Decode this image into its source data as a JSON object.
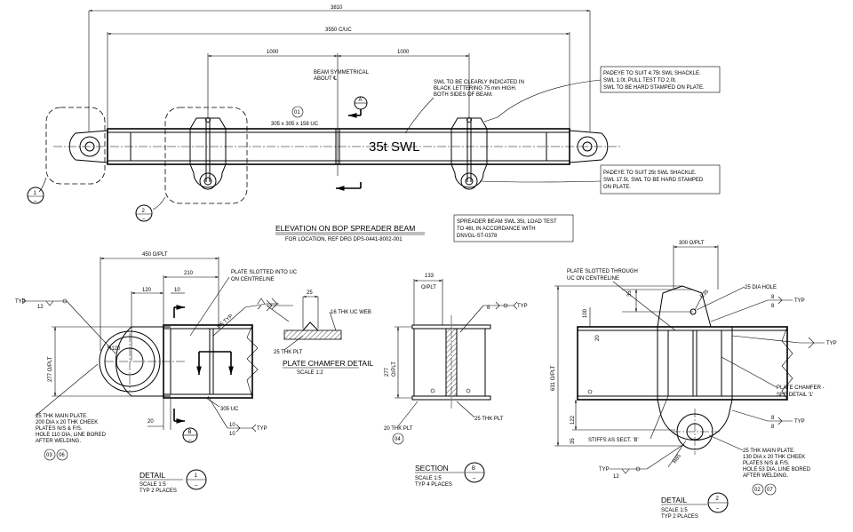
{
  "elevation": {
    "dim_overall": "3810",
    "dim_centres": "3550 C/UC",
    "dim_left": "1000",
    "dim_right": "1000",
    "symmetry_note": [
      "BEAM SYMMETRICAL",
      "ABOUT ℄"
    ],
    "section_tag": "A",
    "item_tag": "01",
    "beam_size": "305 x 305 x 158 UC",
    "swl_marking": "35t SWL",
    "lettering_note": [
      "SWL TO BE CLEARLY INDICATED IN",
      "BLACK LETTERING 75 mm HIGH.",
      "BOTH SIDES OF BEAM."
    ],
    "padeye_top_note": [
      "PADEYE TO SUIT 4.75t SWL SHACKLE.",
      "SWL 1.0t, PULL TEST TO 2.0t.",
      "SWL TO BE HARD STAMPED ON PLATE."
    ],
    "padeye_bottom_note": [
      "PADEYE TO SUIT 25t SWL SHACKLE.",
      "SWL 17.5t, SWL TO BE HARD STAMPED",
      "ON PLATE."
    ],
    "load_test_note": [
      "SPREADER BEAM SWL 35t, LOAD TEST",
      "TO 46t, IN ACCORDANCE WITH",
      "DNVGL-ST-0378"
    ],
    "detail_bubble_1": "1",
    "detail_bubble_2": "2",
    "title": "ELEVATION ON BOP SPREADER BEAM",
    "subtitle": "FOR LOCATION, REF DRG DPS-0441-8002-001"
  },
  "detail1": {
    "dim_top": "450 O/PLT",
    "dim_210": "210",
    "dim_120": "120",
    "dim_10": "10",
    "typ_label": "TYP",
    "weld_size_12": "12",
    "radius_label": "R120",
    "height_label": "277 O/PLT",
    "slot_note": [
      "PLATE SLOTTED INTO UC",
      "ON CENTRELINE"
    ],
    "weld_ss_typ": "SS TYP",
    "uc_label": "305 UC",
    "dim_20": "20",
    "weld_10a": "10",
    "weld_10b": "10",
    "typ_label_2": "TYP",
    "section_tag": "B",
    "plate_note": [
      "25 THK MAIN PLATE.",
      "200 DIA x 20 THK CHEEK",
      "PLATES N/S & F/S.",
      "HOLE 110 DIA, LINE BORED",
      "AFTER WELDING."
    ],
    "item_03": "03",
    "item_06": "06",
    "label": "DETAIL",
    "bubble": "1",
    "scale": "SCALE 1:5",
    "typ_places": "TYP 2 PLACES"
  },
  "chamfer": {
    "dim_25": "25",
    "web_label": "16 THK UC WEB",
    "plt_label": "25 THK PLT",
    "title": "PLATE CHAMFER DETAIL",
    "scale": "SCALE 1:2"
  },
  "sectionB": {
    "dim_133": "133",
    "dim_133_sub": "O/PLT",
    "weld_8": "8",
    "typ_label": "TYP",
    "height_277": "277",
    "height_sub": "O/PLT",
    "plt25": "25 THK PLT",
    "plt20": "20 THK PLT",
    "item_04": "04",
    "label": "SECTION",
    "bubble": "B",
    "scale": "SCALE 1:5",
    "typ_places": "TYP 4 PLACES"
  },
  "detail2": {
    "dim_300": "300 O/PLT",
    "slot_note": [
      "PLATE SLOTTED THROUGH",
      "UC ON CENTRELINE"
    ],
    "dim_35": "35",
    "r35": "R35",
    "hole_label": "25 DIA HOLE",
    "weld_8a": "8",
    "weld_8b": "8",
    "weld_8c": "8",
    "weld_8d": "8",
    "typ_a": "TYP",
    "typ_b": "TYP",
    "typ_c": "TYP",
    "typ_d": "TYP",
    "dim_100": "100",
    "dim_20": "20",
    "height_631": "631 O/PLT",
    "dim_122": "122",
    "dim_35b": "35",
    "chamfer_note": [
      "PLATE CHAMFER -",
      "SEE DETAIL '1'"
    ],
    "stiffs_note": "STIFFS AS SECT. 'B'",
    "r65": "R65",
    "weld_12": "12",
    "typ_e": "TYP",
    "plate_note": [
      "25 THK MAIN PLATE.",
      "130 DIA x 20 THK CHEEK",
      "PLATES N/S & F/S.",
      "HOLE 53 DIA, LINE BORED",
      "AFTER WELDING."
    ],
    "item_02": "02",
    "item_07": "07",
    "label": "DETAIL",
    "bubble": "2",
    "scale": "SCALE 1:5",
    "typ_places": "TYP 2 PLACES"
  }
}
